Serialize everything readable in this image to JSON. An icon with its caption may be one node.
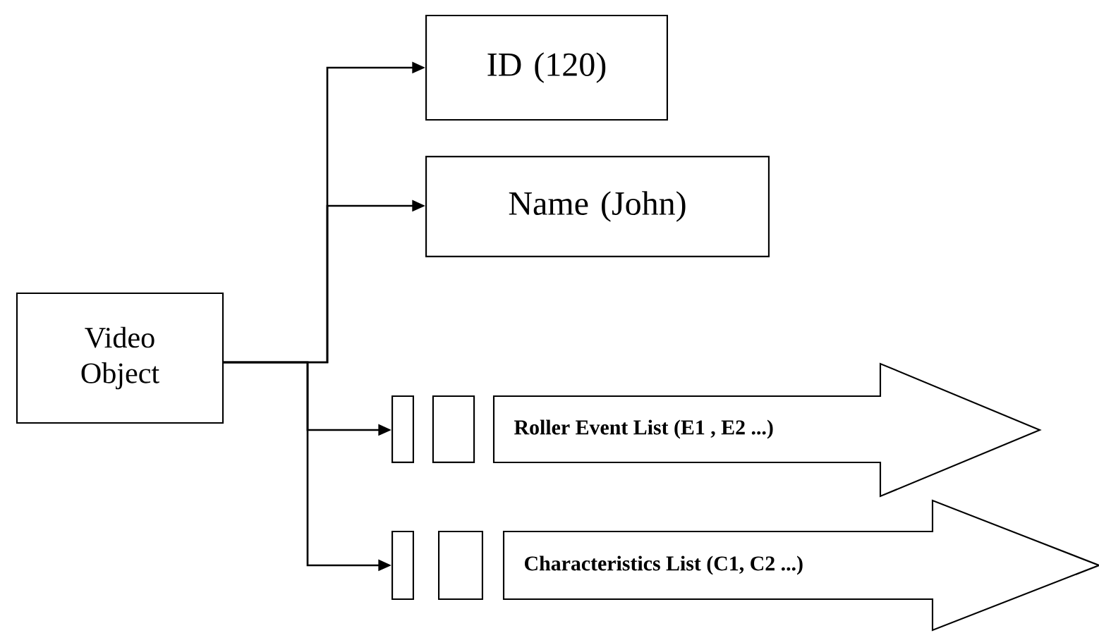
{
  "diagram": {
    "nodes": [
      {
        "text": [
          "Video Object"
        ]
      },
      {
        "text": [
          "ID (120)"
        ]
      },
      {
        "text": [
          "Name (John)"
        ]
      },
      {
        "text": [],
        "shape": "box"
      },
      {
        "text": [],
        "shape": "box"
      },
      {
        "text": [
          "Roller Event List (E1 , E2 ...)"
        ]
      },
      {
        "text": [],
        "shape": "box"
      },
      {
        "text": [],
        "shape": "box"
      },
      {
        "text": [
          "Characteristics List (C1, C2 ...)"
        ]
      }
    ],
    "edges": [
      {
        "from": 0,
        "to": 1,
        "arrow": "to"
      },
      {
        "from": 0,
        "to": 2,
        "arrow": "to"
      },
      {
        "from": 0,
        "to": 3,
        "arrow": "to"
      },
      {
        "from": 0,
        "to": 6,
        "arrow": "to"
      }
    ]
  }
}
